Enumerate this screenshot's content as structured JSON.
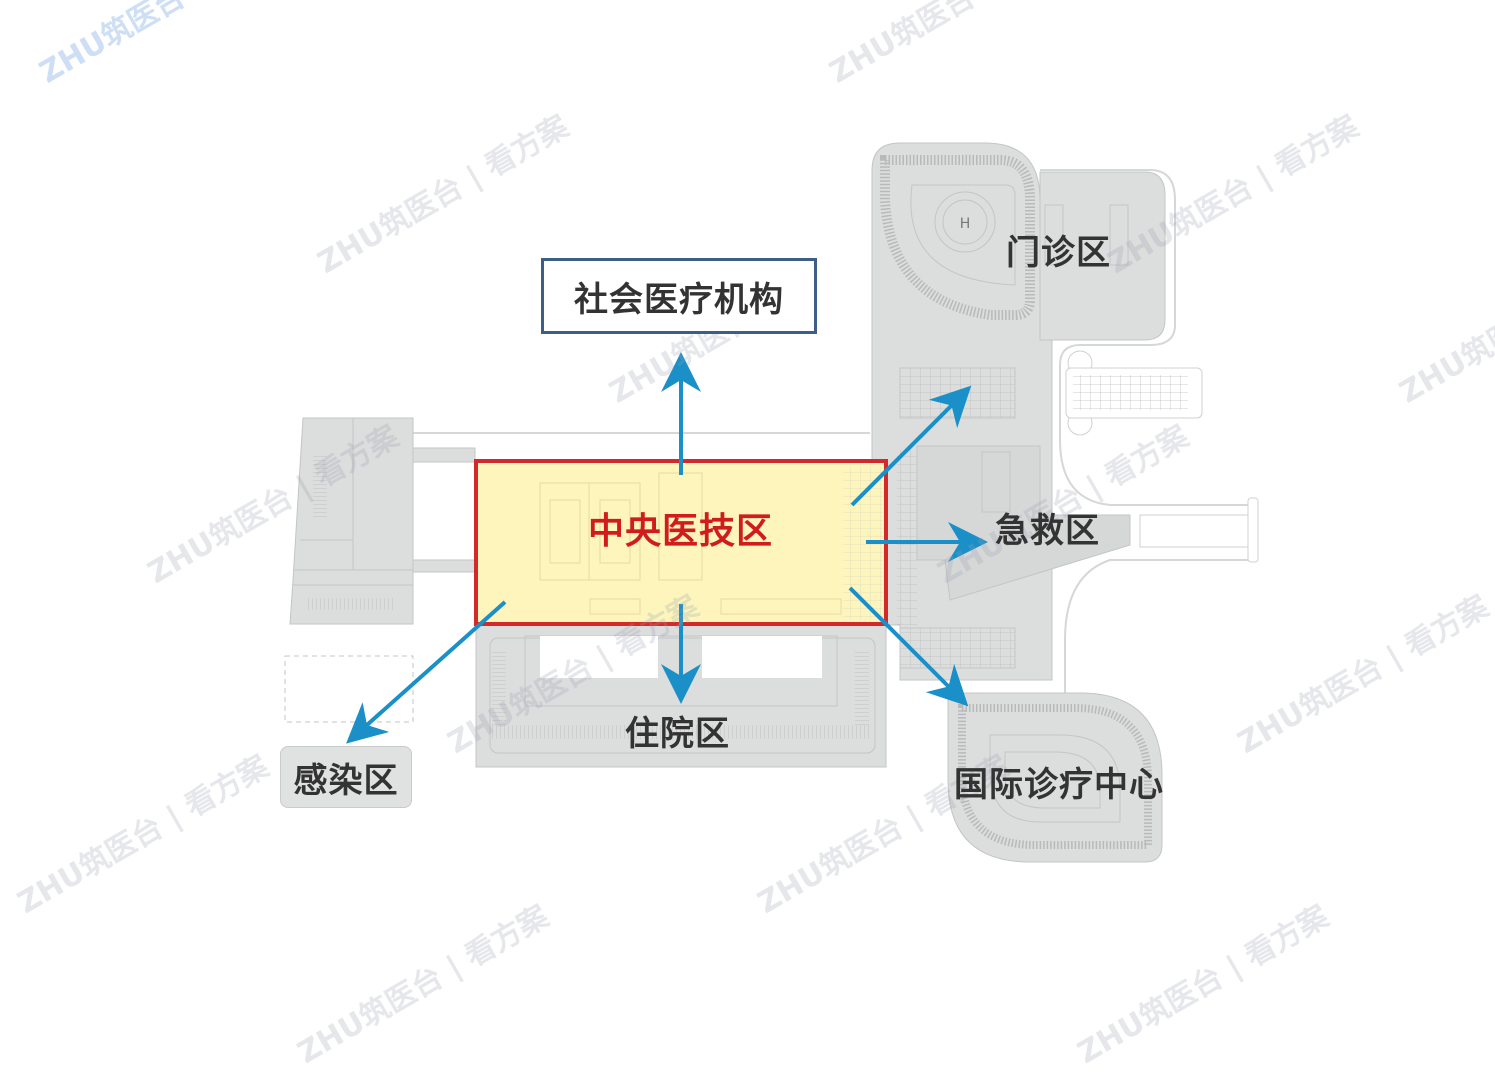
{
  "diagram": {
    "type": "hospital-functional-zoning-plan",
    "colors": {
      "building_fill": "#dcdddd",
      "building_stroke": "#c4c5c5",
      "center_fill": "#fdf5bb",
      "center_border": "#d22a2a",
      "center_text": "#d01c1c",
      "arrow": "#1a8fc8",
      "box_border": "#3d5f85",
      "label_text": "#333333"
    },
    "center_zone": {
      "label": "中央医技区"
    },
    "zones": [
      {
        "id": "social",
        "label": "社会医疗机构",
        "direction": "up"
      },
      {
        "id": "outpatient",
        "label": "门诊区",
        "direction": "up-right"
      },
      {
        "id": "emergency",
        "label": "急救区",
        "direction": "right"
      },
      {
        "id": "international",
        "label": "国际诊疗中心",
        "direction": "down-right"
      },
      {
        "id": "inpatient",
        "label": "住院区",
        "direction": "down"
      },
      {
        "id": "infection",
        "label": "感染区",
        "direction": "down-left"
      }
    ],
    "helipad_marker": "H",
    "watermark": {
      "brand": "ZHU筑医台",
      "separator": "|",
      "tagline": "看方案"
    }
  }
}
